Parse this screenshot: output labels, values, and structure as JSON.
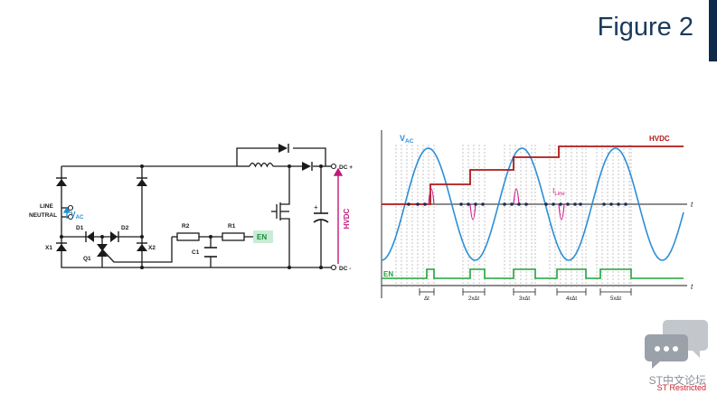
{
  "slide": {
    "title": "Figure 2",
    "watermark": "ST中文论坛",
    "classification": "ST Restricted"
  },
  "circuit": {
    "line_label": "LINE",
    "neutral_label": "NEUTRAL",
    "vac_label": "V",
    "vac_sub": "AC",
    "d1_label": "D1",
    "d2_label": "D2",
    "x1_label": "X1",
    "x2_label": "X2",
    "q1_label": "Q1",
    "r1_label": "R1",
    "r2_label": "R2",
    "c1_label": "C1",
    "en_label": "EN",
    "dc_plus_label": "DC +",
    "dc_minus_label": "DC -",
    "hvdc_label": "HVDC",
    "colors": {
      "vac": "#1e8fd0",
      "hvdc": "#c2187a",
      "en_fill": "#c8ecd4",
      "en_text": "#1a8a3a"
    }
  },
  "waveform": {
    "vac_label": "V",
    "vac_sub": "AC",
    "hvdc_label": "HVDC",
    "iline_label": "I",
    "iline_sub": "Line",
    "en_label": "EN",
    "t_label_top": "t",
    "t_label_bottom": "t",
    "dt_labels": [
      "Δt",
      "2xΔt",
      "3xΔt",
      "4xΔt",
      "5xΔt"
    ],
    "colors": {
      "vac": "#2b8fd6",
      "hvdc": "#b01818",
      "iline": "#d0208a",
      "en": "#21a33a"
    }
  }
}
